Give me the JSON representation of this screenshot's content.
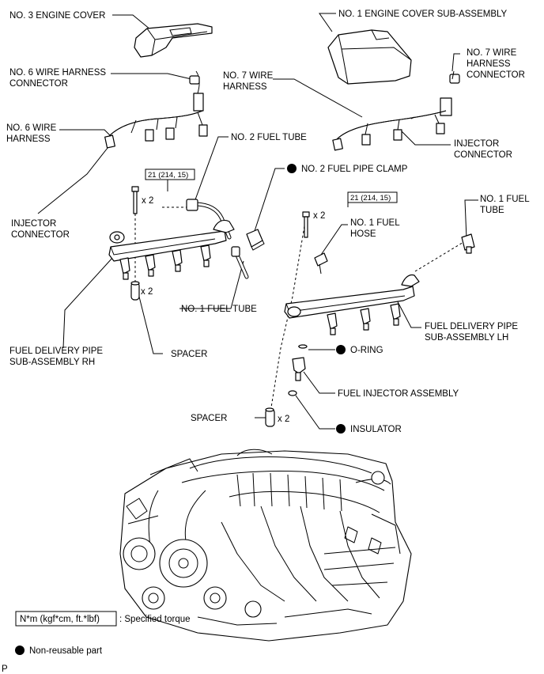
{
  "labels": {
    "no3_engine_cover": "NO. 3 ENGINE COVER",
    "no1_engine_cover": "NO. 1 ENGINE COVER SUB-ASSEMBLY",
    "no6_wire_harness_connector": [
      "NO. 6 WIRE HARNESS",
      "CONNECTOR"
    ],
    "no7_wire_harness": [
      "NO. 7 WIRE",
      "HARNESS"
    ],
    "no7_wire_harness_connector": [
      "NO. 7 WIRE",
      "HARNESS",
      "CONNECTOR"
    ],
    "no6_wire_harness": [
      "NO. 6 WIRE",
      "HARNESS"
    ],
    "no2_fuel_tube": "NO. 2 FUEL TUBE",
    "injector_connector_right": [
      "INJECTOR",
      "CONNECTOR"
    ],
    "no2_fuel_pipe_clamp": "NO. 2 FUEL PIPE CLAMP",
    "injector_connector_left": [
      "INJECTOR",
      "CONNECTOR"
    ],
    "no1_fuel_tube_right": [
      "NO. 1 FUEL",
      "TUBE"
    ],
    "no1_fuel_hose": [
      "NO. 1 FUEL",
      "HOSE"
    ],
    "no1_fuel_tube_left": "NO. 1 FUEL TUBE",
    "fuel_delivery_pipe_lh": [
      "FUEL DELIVERY PIPE",
      "SUB-ASSEMBLY LH"
    ],
    "fuel_delivery_pipe_rh": [
      "FUEL DELIVERY PIPE",
      "SUB-ASSEMBLY RH"
    ],
    "spacer_left": "SPACER",
    "o_ring": "O-RING",
    "fuel_injector_assembly": "FUEL INJECTOR ASSEMBLY",
    "spacer_center": "SPACER",
    "insulator": "INSULATOR"
  },
  "torque_specs": {
    "left": "21 (214, 15)",
    "right": "21 (214, 15)"
  },
  "quantities": {
    "bolt_left": "x 2",
    "bolt_right": "x 2",
    "spacer_left": "x 2",
    "spacer_center": "x 2"
  },
  "legend": {
    "torque_box": "N*m (kgf*cm, ft.*lbf)",
    "torque_desc": ": Specified torque",
    "non_reusable": "Non-reusable part"
  },
  "corner_mark": "P"
}
